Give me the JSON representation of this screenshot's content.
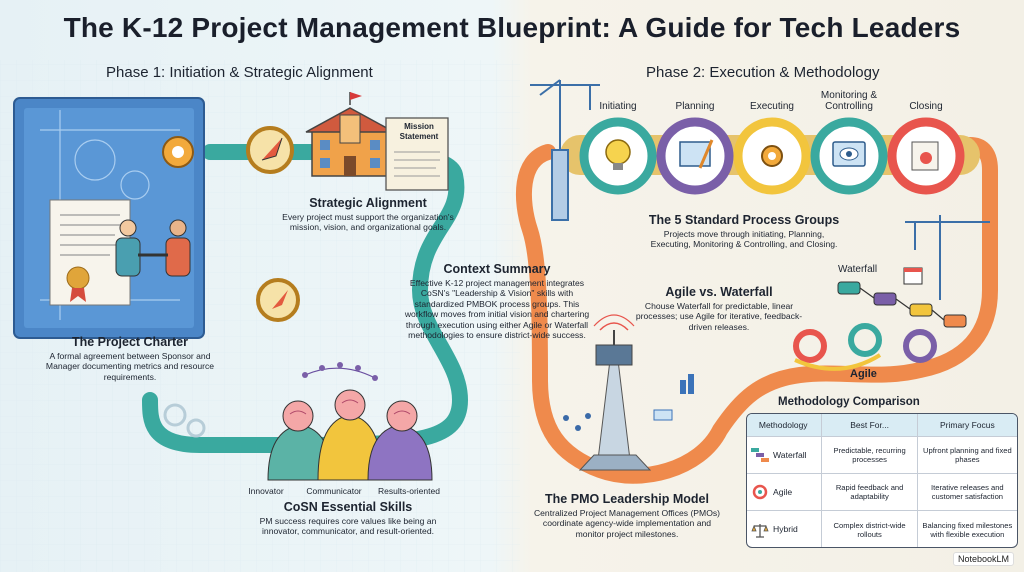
{
  "title": "The K-12 Project Management Blueprint: A Guide for Tech Leaders",
  "phase1": {
    "heading": "Phase 1: Initiation & Strategic Alignment",
    "mission_sign": "Mission Statement",
    "strategic_alignment": {
      "heading": "Strategic Alignment",
      "text": "Every project must support the organization's mission, vision, and organizational goals."
    },
    "charter": {
      "heading": "The Project Charter",
      "text": "A formal agreement between Sponsor and Manager documenting metrics and resource requirements."
    },
    "skills": {
      "labels": [
        "Innovator",
        "Communicator",
        "Results-oriented"
      ],
      "heading": "CoSN Essential Skills",
      "text": "PM success requires core values like being an innovator, communicator, and result-oriented."
    }
  },
  "context": {
    "heading": "Context Summary",
    "text": "Effective K-12 project management integrates CoSN's \"Leadership & Vision\" skills with standardized PMBOK process groups. This workflow moves from initial vision and chartering through execution using either Agile or Waterfall methodologies to ensure district-wide success."
  },
  "phase2": {
    "heading": "Phase 2: Execution & Methodology",
    "process_steps": [
      "Initiating",
      "Planning",
      "Executing",
      "Monitoring & Controlling",
      "Closing"
    ],
    "process_groups": {
      "heading": "The 5 Standard Process Groups",
      "text": "Projects move through initiating, Planning, Executing, Monitoring & Controlling, and Closing."
    },
    "agile_vs_waterfall": {
      "heading": "Agile vs. Waterfall",
      "text": "Chouse Waterfall for predictable, linear processes; use Agile for iterative, feedback-driven releases."
    },
    "waterfall_label": "Waterfall",
    "agile_label": "Agile",
    "pmo": {
      "heading": "The PMO Leadership Model",
      "text": "Centralized Project Management Offices (PMOs) coordinate agency-wide implementation and monitor project milestones."
    },
    "comparison": {
      "heading": "Methodology Comparison",
      "columns": [
        "Methodology",
        "Best For...",
        "Primary Focus"
      ],
      "rows": [
        {
          "methodology": "Waterfall",
          "best_for": "Predictable, recurring processes",
          "focus": "Upfront planning and fixed phases"
        },
        {
          "methodology": "Agile",
          "best_for": "Rapid feedback and adaptability",
          "focus": "Iterative releases and customer satisfaction"
        },
        {
          "methodology": "Hybrid",
          "best_for": "Complex district-wide rollouts",
          "focus": "Balancing fixed milestones with flexible execution"
        }
      ]
    }
  },
  "watermark": "NotebookLM",
  "colors": {
    "teal": "#3aa99f",
    "purple": "#7a5fa8",
    "yellow": "#f2c53d",
    "orange": "#ef8a4c",
    "red": "#e8554d",
    "blue": "#3b73b9"
  },
  "icons": [
    "blueprint-icon",
    "compass-icon",
    "school-icon",
    "handshake-icon",
    "brain-icon",
    "crane-icon",
    "lightbulb-icon",
    "gear-icon",
    "eye-icon",
    "tower-icon",
    "scales-icon"
  ]
}
